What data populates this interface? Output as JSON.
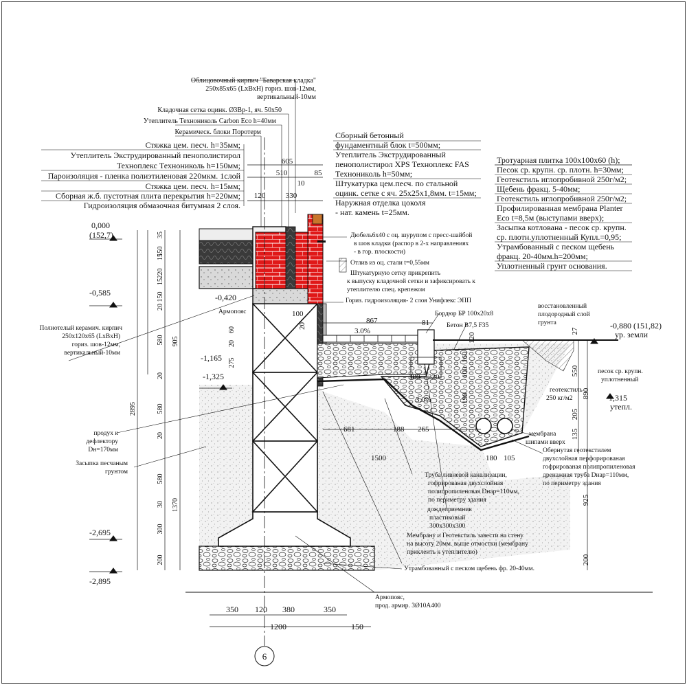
{
  "labels_top": {
    "facing_brick": "Облицовочный кирпич \"Баварская кладка\"",
    "facing_brick_size": "250х85х65 (LxBxH) гориз. шов-12мм,",
    "facing_brick_joint": "вертикальный-10мм",
    "mesh": "Кладочная сетка оцинк. Ø3Вр-1, яч. 50х50",
    "insulation_carbon": "Утеплитель Технониколь Carbon Eco h=40мм",
    "ceramic_blocks": "Керамическ. блоки Поротерм"
  },
  "floor_layers": [
    "Стяжка цем. песч. h=35мм;",
    "Утеплитель Экструдированный пенополистирол",
    "Техноплекс Технониколь h=150мм;",
    "Пароизоляция - пленка полиэтиленовая 220мкм. 1слой",
    "Стяжка цем. песч. h=15мм;",
    "Сборная ж.б. пустотная плита перекрытия h=220мм;",
    "Гидроизоляция обмазочная битумная 2 слоя."
  ],
  "plinth_layers": [
    "Сборный бетонный",
    "фундаментный блок t=500мм;",
    "Утеплитель Экструдированный",
    "пенополистирол XPS Техноплекс FAS",
    "Технониколь h=50мм;",
    "Штукатурка цем.песч. по стальной",
    "оцинк. сетке с яч. 25х25х1,8мм. t=15мм;",
    "Наружная отделка цоколя",
    "- нат. камень t=25мм."
  ],
  "pavement_layers": [
    "Тротуарная плитка 100х100х60 (h);",
    "Песок ср. крупн. ср. плотн. h=30мм;",
    "Геотекстиль иглопробивной 250г/м2;",
    "Щебень фракц. 5-40мм;",
    "Геотекстиль иглопробивной 250г/м2;",
    "Профилированная мембрана Planter",
    "Eco t=8,5м (выступами вверх);",
    "Засыпка котлована - песок ср. крупн.",
    "ср. плотн.уплотненный Купл.=0,95;",
    "Утрамбованный с песком щебень",
    "фракц. 20-40мм.h=200мм;",
    "Уплотненный грунт основания."
  ],
  "callouts": {
    "dowel": [
      "Дюбель6х40 с оц. шурупом с пресс-шайбой",
      "в шов кладки (распор в 2-х направлениях",
      "- в гор. плоскости)"
    ],
    "drip": "Отлив из оц. стали t=0,55мм",
    "plaster_mesh": [
      "Штукатурную сетку прикрепить",
      "к выпуску кладочной сетки и зафиксировать к",
      "утеплителю спец. крепежом"
    ],
    "horiz_waterproof": "Гориз. гидроизоляция- 2 слоя Унифлекс ЭПП",
    "armopoyas": "Армопояс",
    "curb": "Бордюр БР 100х20х8",
    "concrete": "Бетон В7,5 F35",
    "topsoil": [
      "восстановленный",
      "плодородный слой",
      "грунта"
    ],
    "sand_right": [
      "песок ср. крупн.",
      "уплотненный"
    ],
    "geotextile_right": [
      "геотекстиль",
      "250 кг/м2"
    ],
    "membrane_studs": [
      "мембрана",
      "шипами вверх"
    ],
    "drain_pipe": [
      "Обернутая геотекстилем",
      "двухслойная перфорированая",
      "гофрированая полипропиленовая",
      "дренажная труба Dнар=110мм,",
      "по периметру здания"
    ],
    "storm_pipe": [
      "Труба ливневой канализации,",
      "гофрированая двухслойная",
      "полипропиленовая Dнар=110мм,",
      "по периметру здания"
    ],
    "rain_receiver": [
      "дождеприемник",
      "пластиковый",
      "300х300х300"
    ],
    "membrane_wall": [
      "Мембрану и Геотекстиль завести на стену",
      "на высоту 20мм. выше отмостки (мембрану",
      "приклеить к утеплителю)"
    ],
    "compacted_gravel": "Утрамбованный с песком щебень фр. 20-40мм.",
    "reinforcement": [
      "Армопояс,",
      "прод. армир. 3Ø10А400"
    ],
    "hollow_brick": [
      "Полнотелый керамич. кирпич",
      "250х120х65 (LxBxH)",
      "гориз. шов-12мм,",
      "вертикальный-10мм"
    ],
    "vent": [
      "продух к",
      "дефлектору",
      "Dн=170мм"
    ],
    "sand_backfill": [
      "Засыпка песчаным",
      "грунтом"
    ]
  },
  "levels": {
    "floor": "0,000",
    "floor_abs": "(152,7)",
    "l_0585": "-0,585",
    "l_0420": "-0,420",
    "l_1165": "-1,165",
    "l_1325": "-1,325",
    "l_2695": "-2,695",
    "l_2895": "-2,895",
    "ground": "-0,880 (151,82)",
    "ground_txt": "ур. земли",
    "l_1315": "-1,315",
    "l_1315_txt": "утепл."
  },
  "dims": {
    "top": [
      "605",
      "510",
      "85",
      "10",
      "120",
      "330"
    ],
    "left_col": [
      "35",
      "15",
      "150",
      "15",
      "220",
      "150",
      "20",
      "580",
      "20",
      "580",
      "20",
      "580",
      "30",
      "300",
      "200"
    ],
    "left_totals": [
      "905",
      "2895",
      "1370"
    ],
    "small_left": [
      "275",
      "60",
      "20"
    ],
    "upper_mid": [
      "100",
      "20",
      "867",
      "81",
      "3.0%",
      "120"
    ],
    "mid": [
      "681",
      "188",
      "265",
      "1500",
      "180",
      "105"
    ],
    "drain_area": [
      "300",
      "320",
      "190",
      "100",
      "160",
      "3.0%"
    ],
    "right": [
      "27",
      "550",
      "890",
      "205",
      "135",
      "925",
      "200"
    ],
    "bottom": [
      "350",
      "120",
      "380",
      "350",
      "1200",
      "150"
    ]
  },
  "axis_label": "6"
}
